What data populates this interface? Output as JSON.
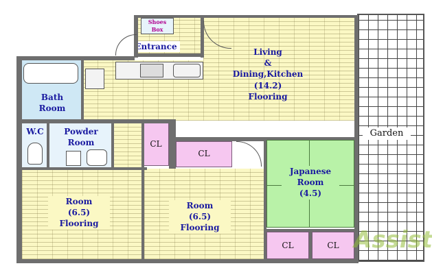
{
  "rooms": {
    "shoes_box": "Shoes\nBox",
    "entrance": "Entrance",
    "living": "Living\n&\nDining,Kitchen\n(14.2)\nFlooring",
    "bath": "Bath\nRoom",
    "wc": "W.C",
    "powder": "Powder\nRoom",
    "cl_hall": "CL",
    "cl_center": "CL",
    "garden": "Garden",
    "japanese": "Japanese\nRoom\n(4.5)",
    "room_left": "Room\n(6.5)\nFlooring",
    "room_center": "Room\n(6.5)\nFlooring",
    "cl_bottom_left": "CL",
    "cl_bottom_right": "CL"
  },
  "watermark": "Assist",
  "colors": {
    "flooring": "#fbf8c4",
    "closet": "#f6c7f0",
    "tatami": "#b9f2a8",
    "bath": "#cfe8f5",
    "label": "#1a1aa0"
  }
}
